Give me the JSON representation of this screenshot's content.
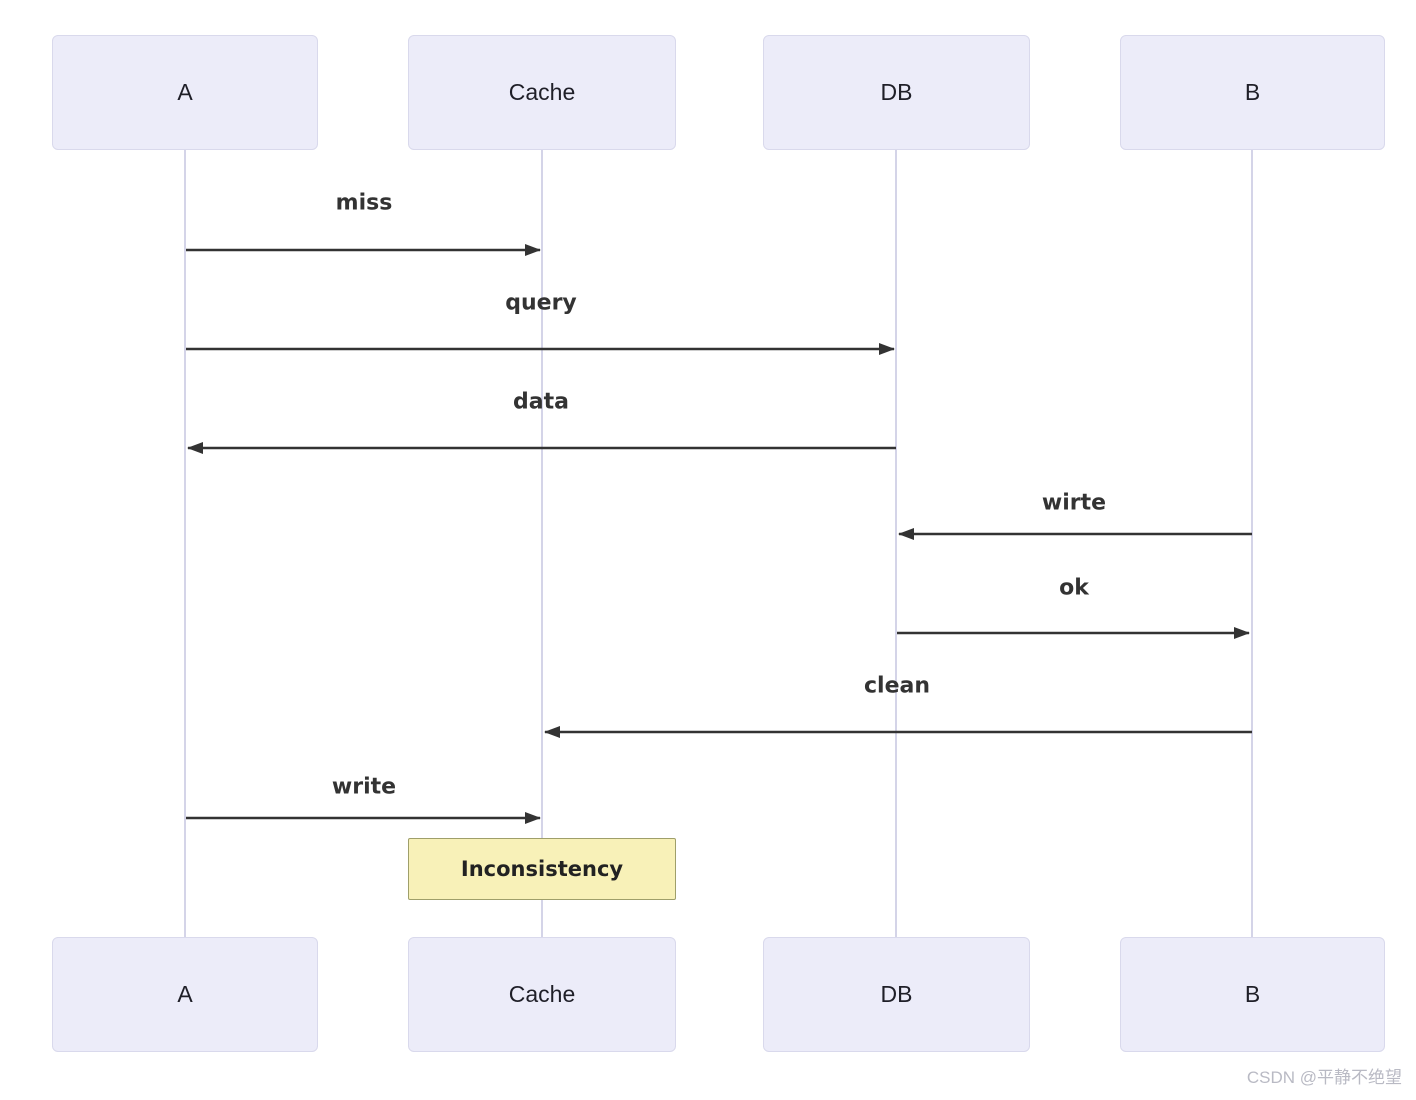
{
  "diagram": {
    "actors": [
      {
        "label": "A"
      },
      {
        "label": "Cache"
      },
      {
        "label": "DB"
      },
      {
        "label": "B"
      }
    ],
    "messages": [
      {
        "label": "miss",
        "from": "A",
        "to": "Cache"
      },
      {
        "label": "query",
        "from": "A",
        "to": "DB"
      },
      {
        "label": "data",
        "from": "DB",
        "to": "A"
      },
      {
        "label": "wirte",
        "from": "B",
        "to": "DB"
      },
      {
        "label": "ok",
        "from": "DB",
        "to": "B"
      },
      {
        "label": "clean",
        "from": "B",
        "to": "Cache"
      },
      {
        "label": "write",
        "from": "A",
        "to": "Cache"
      }
    ],
    "note": {
      "label": "Inconsistency",
      "over": "Cache"
    },
    "watermark": "CSDN @平静不绝望",
    "colors": {
      "actor_fill": "#ececf9",
      "actor_border": "#d9d9ec",
      "lifeline": "#d4d4e8",
      "message_line": "#333333",
      "note_fill": "#f8f1b8",
      "note_border": "#9f9f6a",
      "watermark": "#b9bac4"
    }
  }
}
